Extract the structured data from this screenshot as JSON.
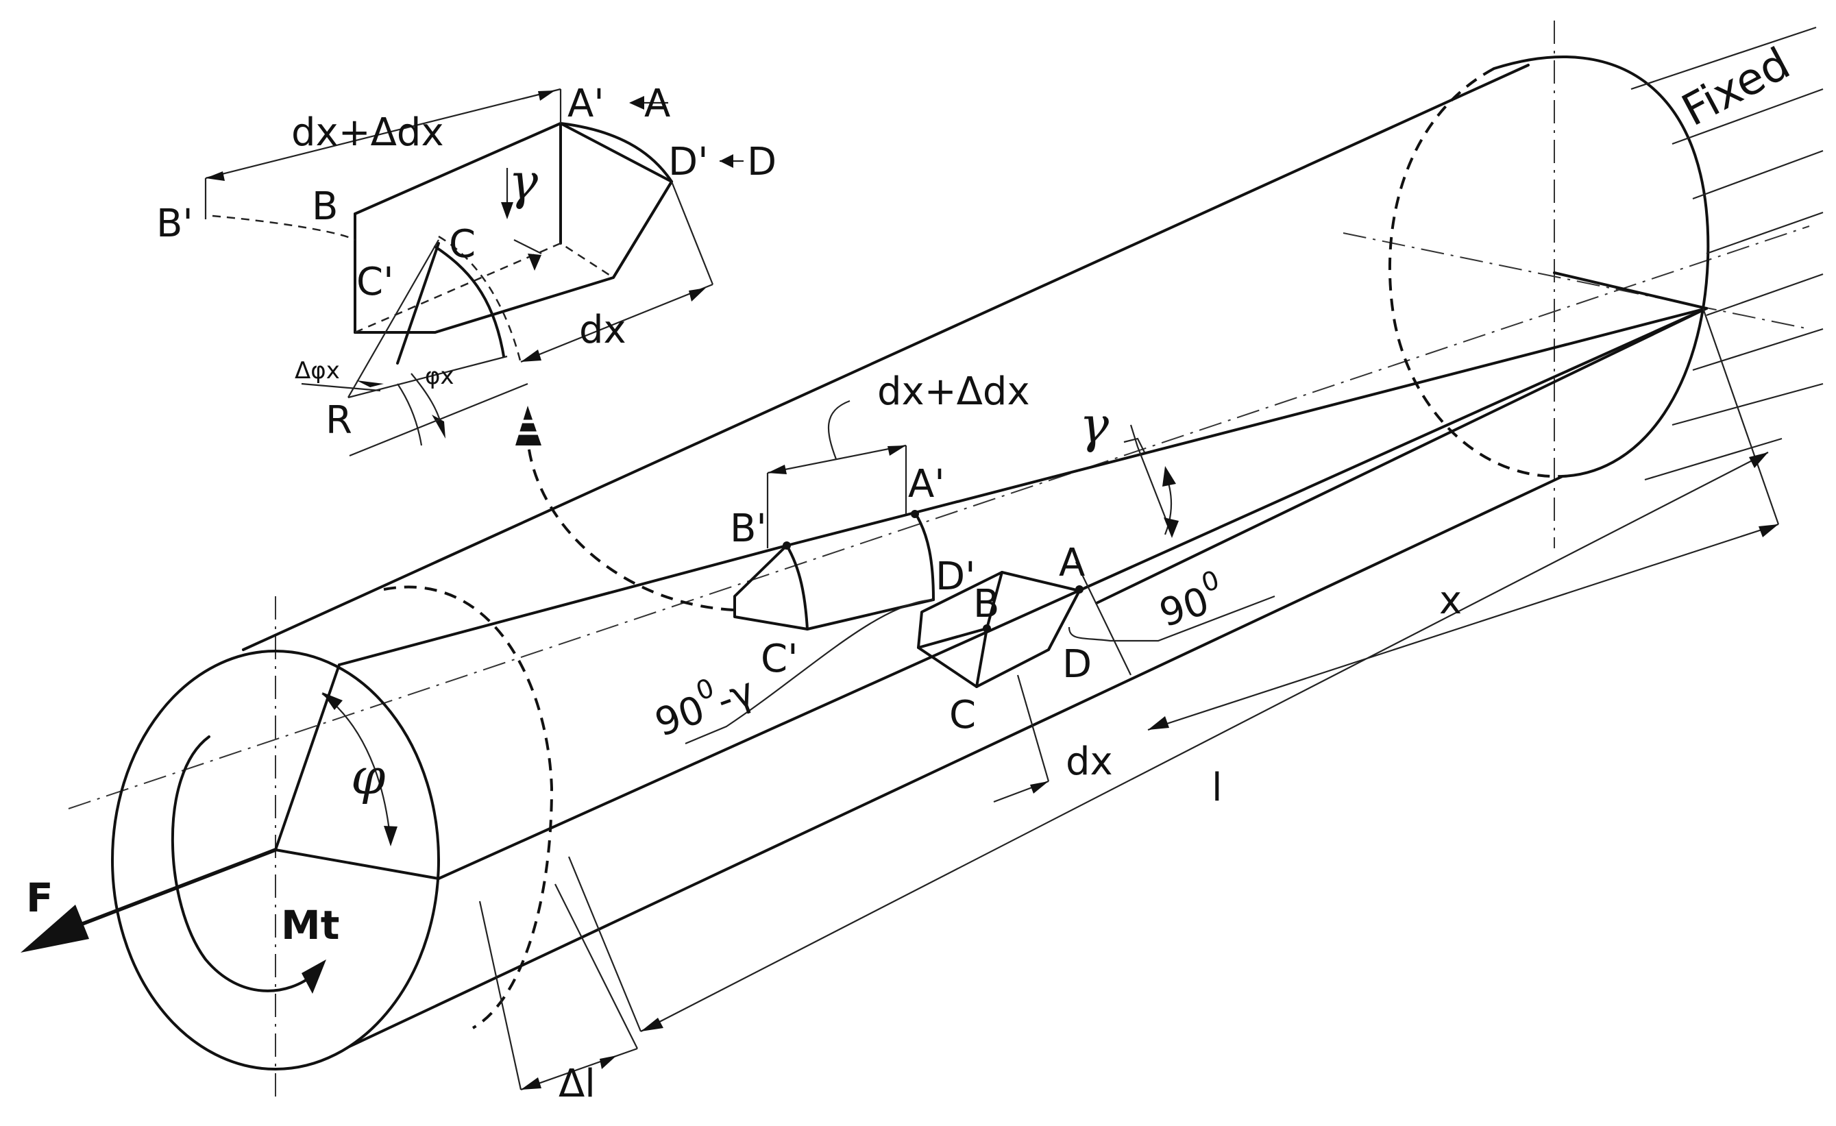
{
  "labels": {
    "fixed": "Fixed",
    "force": "F",
    "torque": "Mt",
    "phi": "φ",
    "gamma": "γ",
    "gamma_small": "γ",
    "ninety": "90",
    "ninety_sup": "0",
    "ninety_minus_gamma_base": "90",
    "ninety_minus_gamma_sup": "0",
    "ninety_minus_gamma_tail": "-γ",
    "x": "x",
    "l": "l",
    "delta_l": "Δl",
    "dx_main": "dx",
    "dx_plus_ddx_main": "dx+Δdx",
    "dx_inset": "dx",
    "dx_plus_ddx_inset": "dx+Δdx",
    "r": "R",
    "delta_phi_x": "Δφx",
    "phi_x": "φx",
    "points_main": {
      "a": "A",
      "b": "B",
      "c": "C",
      "d": "D",
      "a_prime": "A'",
      "b_prime": "B'",
      "c_prime": "C'",
      "d_prime": "D'"
    },
    "points_inset": {
      "a": "A",
      "d": "D",
      "b": "B",
      "c": "C",
      "a_prime": "A'",
      "b_prime": "B'",
      "c_prime": "C'",
      "d_prime": "D'"
    }
  }
}
